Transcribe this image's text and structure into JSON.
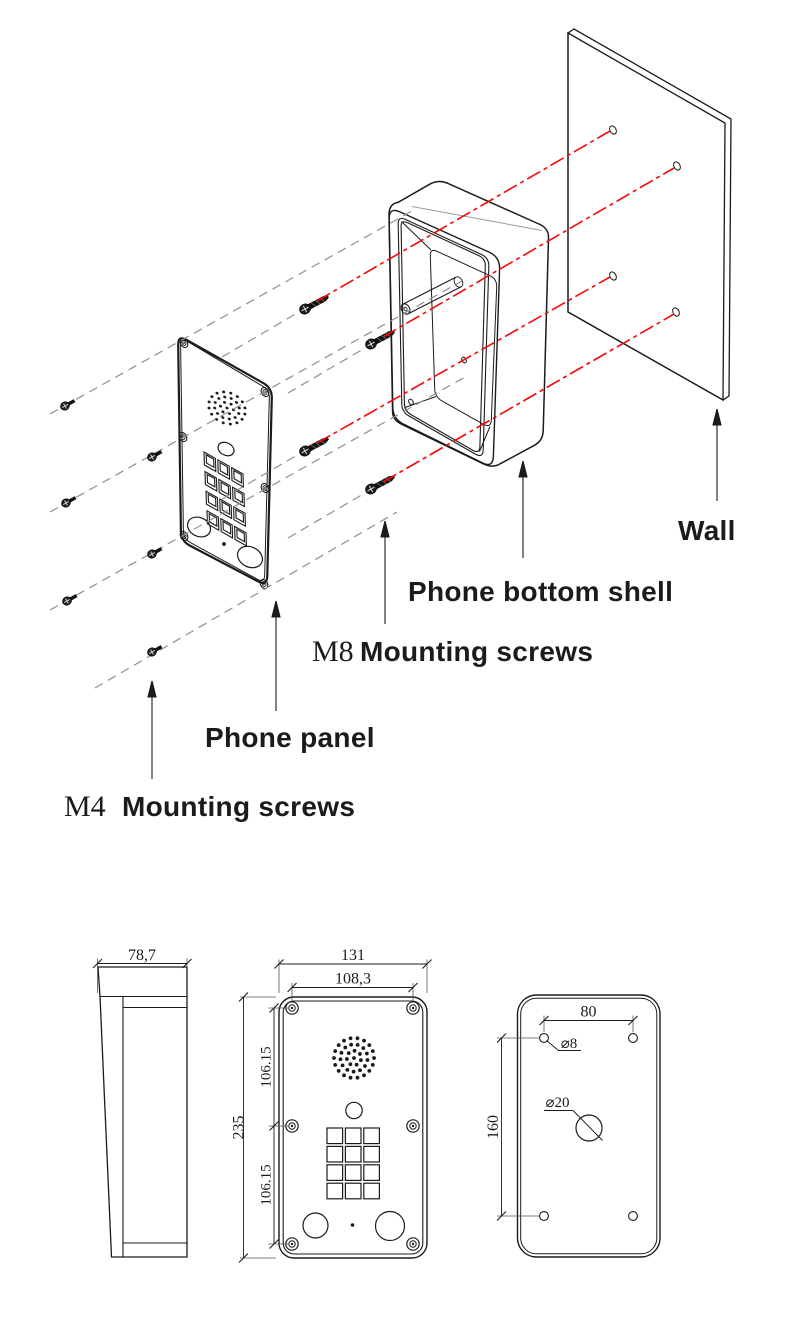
{
  "exploded": {
    "labels": {
      "wall": "Wall",
      "bottom_shell": "Phone bottom shell",
      "m8_size": "M8",
      "m8_screws": "Mounting screws",
      "panel": "Phone panel",
      "m4_size": "M4",
      "m4_screws": "Mounting screws"
    }
  },
  "dimensions": {
    "side_depth": "78,7",
    "front_width": "131",
    "front_hole_spacing_w": "108,3",
    "front_height": "235",
    "front_hole_pitch_upper": "106.15",
    "front_hole_pitch_lower": "106.15",
    "wall_hole_spacing_h": "80",
    "wall_hole_diameter": "⌀8",
    "wall_cable_hole_diameter": "⌀20",
    "wall_hole_spacing_v": "160"
  },
  "colors": {
    "ink": "#1b1b1b",
    "screw_axis_red": "#f40909",
    "guide_grey": "#8f8f8f",
    "background": "#ffffff"
  }
}
